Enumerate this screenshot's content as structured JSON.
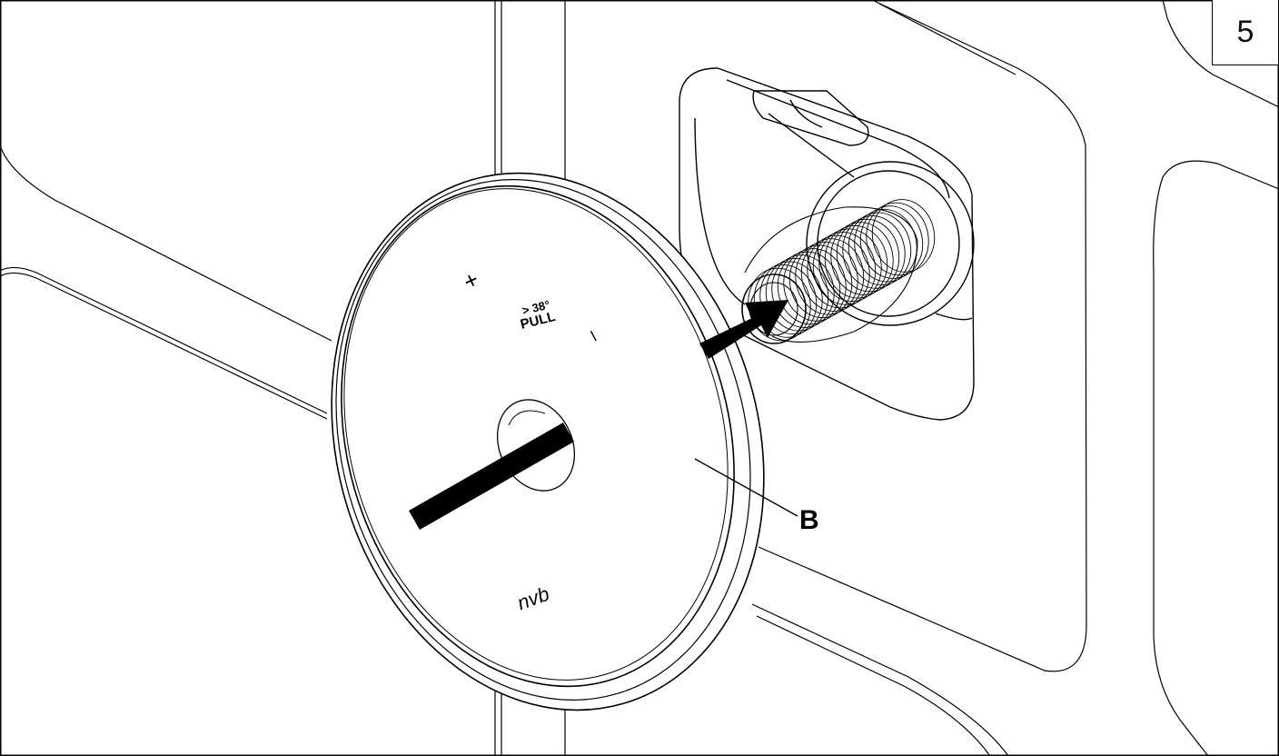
{
  "step_number": "5",
  "callout_label": "B",
  "plate_markings": {
    "plus": "+",
    "temperature_top": "> 38°",
    "temperature_bottom": "PULL",
    "minus": "–",
    "brand": "nvb"
  }
}
